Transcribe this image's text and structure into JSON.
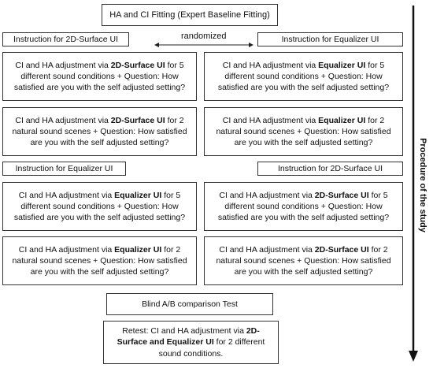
{
  "header": {
    "title": "HA and CI Fitting (Expert Baseline Fitting)"
  },
  "randomized_label": "randomized",
  "instructions": {
    "top_left": "Instruction for 2D-Surface UI",
    "top_right": "Instruction for Equalizer UI",
    "mid_left": "Instruction for Equalizer UI",
    "mid_right": "Instruction for 2D-Surface UI"
  },
  "blocks": {
    "l1": {
      "pre": "CI and HA adjustment via ",
      "ui": "2D-Surface UI",
      "post": " for 5 different sound conditions + Question: How satisfied are you with the self adjusted setting?"
    },
    "r1": {
      "pre": "CI and HA adjustment via ",
      "ui": "Equalizer UI",
      "post": " for 5 different sound conditions + Question: How satisfied are you with the self adjusted setting?"
    },
    "l2": {
      "pre": "CI and HA adjustment via ",
      "ui": "2D-Surface UI",
      "post": " for 2 natural sound scenes + Question: How satisfied are you with the self adjusted setting?"
    },
    "r2": {
      "pre": "CI and HA adjustment via ",
      "ui": "Equalizer UI",
      "post": " for 2 natural sound scenes + Question: How satisfied are you with the self adjusted setting?"
    },
    "l3": {
      "pre": "CI and HA adjustment via ",
      "ui": "Equalizer UI",
      "post": " for 5 different sound conditions + Question: How satisfied are you with the self adjusted setting?"
    },
    "r3": {
      "pre": "CI and HA adjustment via ",
      "ui": "2D-Surface UI",
      "post": " for 5 different sound conditions + Question: How satisfied are you with the self adjusted setting?"
    },
    "l4": {
      "pre": "CI and HA adjustment via ",
      "ui": "Equalizer UI",
      "post": " for 2 natural sound scenes + Question: How satisfied are you with the self adjusted setting?"
    },
    "r4": {
      "pre": "CI and HA adjustment via ",
      "ui": "2D-Surface UI",
      "post": " for 2 natural sound scenes + Question: How satisfied are you with the self adjusted setting?"
    }
  },
  "ab_test": "Blind A/B comparison Test",
  "retest": {
    "pre": "Retest: CI and HA adjustment via ",
    "ui": "2D-Surface and Equalizer UI",
    "post": " for 2 different sound conditions."
  },
  "side_label": "Procedure of the study"
}
